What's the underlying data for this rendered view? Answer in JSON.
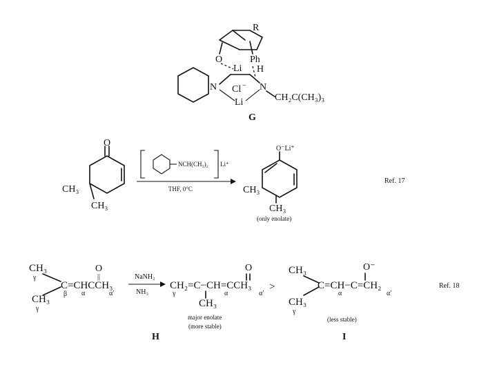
{
  "structure_g": {
    "label": "G",
    "r": "R",
    "o": "O",
    "ph": "Ph",
    "li_top": "Li",
    "h": "H",
    "n_left": "N",
    "n_right": "N",
    "cl": "Cl",
    "cl_charge": "−",
    "li_bottom": "Li",
    "substituent": "CH₂C(CH₃)₃"
  },
  "reaction_1": {
    "reactant_o": "O",
    "reactant_ch3_a": "CH₃",
    "reactant_ch3_b": "CH₃",
    "reagent_group": "NCH(CH₃)₂",
    "reagent_li": "Li⁺",
    "conditions": "THF, 0°C",
    "product_oli": "O⁻Li⁺",
    "product_ch3_a": "CH₃",
    "product_ch3_b": "CH₃",
    "product_note": "(only enolate)",
    "ref": "Ref. 17"
  },
  "reaction_2": {
    "sm_ch3_top": "CH₃",
    "sm_gamma_top": "γ",
    "sm_core": "C=CHCCH₃",
    "sm_o": "O",
    "sm_dbl": "||",
    "sm_beta": "β",
    "sm_alpha": "α",
    "sm_alpha_prime": "α′",
    "sm_ch3_bottom": "CH₃",
    "sm_gamma_bottom": "γ",
    "reagent_top": "NaNH₂",
    "reagent_bottom": "NH₃",
    "h_formula": "CH₂=C−CH=CCH₃",
    "h_o": "O",
    "h_ch3": "CH₃",
    "h_gamma": "γ",
    "h_alpha": "α",
    "h_alpha_prime": "α′",
    "h_note1": "major enolate",
    "h_note2": "(more stable)",
    "h_label": "H",
    "compare": ">",
    "i_ch3_top": "CH₃",
    "i_formula": "C=CH−C=CH₂",
    "i_o": "O⁻",
    "i_alpha": "α",
    "i_alpha_prime": "α′",
    "i_ch3_bottom": "CH₃",
    "i_gamma": "γ",
    "i_note": "(less stable)",
    "i_label": "I",
    "ref": "Ref. 18"
  }
}
